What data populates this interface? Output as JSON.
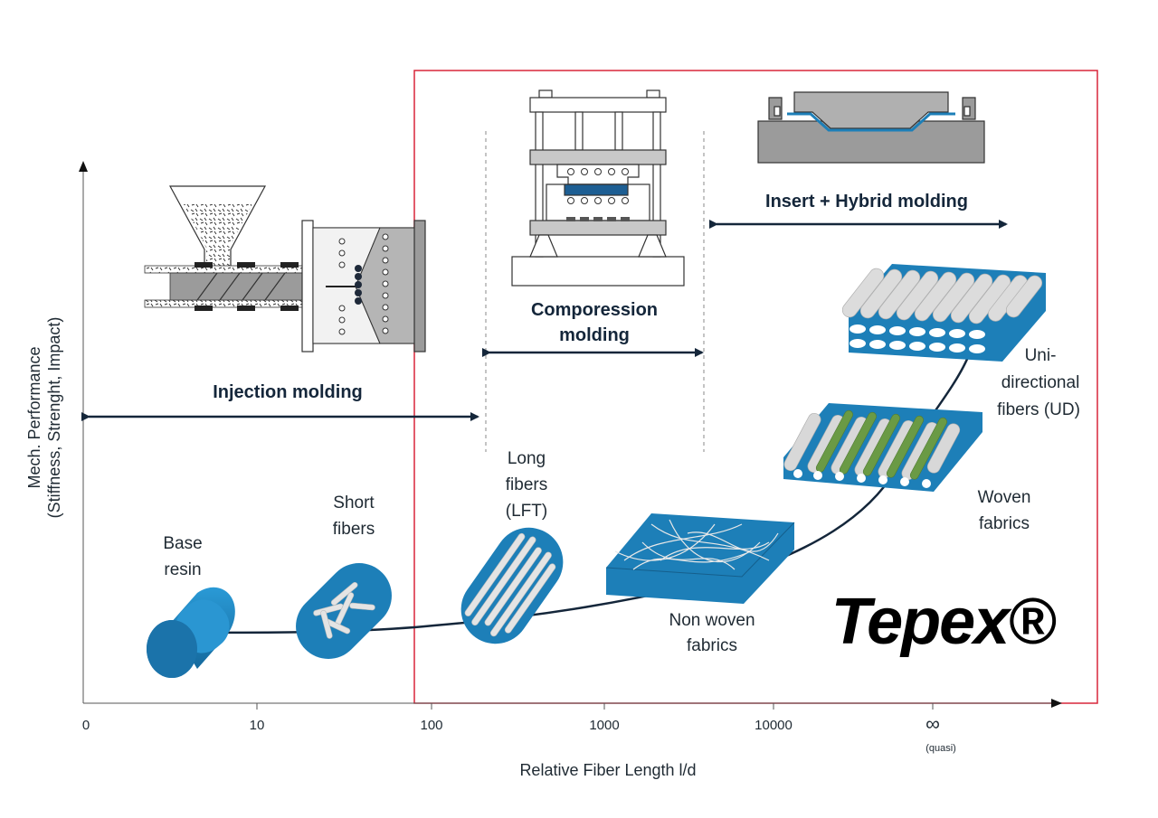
{
  "axes": {
    "y_label_line1": "Mech. Performance",
    "y_label_line2": "(Stiffness, Strenght, Impact)",
    "x_label": "Relative Fiber Length l/d",
    "x_ticks": [
      "0",
      "10",
      "100",
      "1000",
      "10000",
      "∞"
    ],
    "x_tick_note": "(quasi)"
  },
  "processes": {
    "injection": "Injection molding",
    "compression_line1": "Comporession",
    "compression_line2": "molding",
    "insert": "Insert + Hybrid molding"
  },
  "materials": {
    "base_line1": "Base",
    "base_line2": "resin",
    "short_line1": "Short",
    "short_line2": "fibers",
    "long_line1": "Long",
    "long_line2": "fibers",
    "long_line3": "(LFT)",
    "nonwoven_line1": "Non woven",
    "nonwoven_line2": "fabrics",
    "woven_line1": "Woven",
    "woven_line2": "fabrics",
    "ud_line1": "Uni-",
    "ud_line2": "directional",
    "ud_line3": "fibers (UD)"
  },
  "brand": "Tepex®",
  "colors": {
    "accent_blue": "#1d7fb8",
    "highlight_frame": "#d9263a",
    "arrow": "#14263a",
    "machine_gray": "#9b9b9b",
    "green_fiber": "#6a9a45"
  }
}
